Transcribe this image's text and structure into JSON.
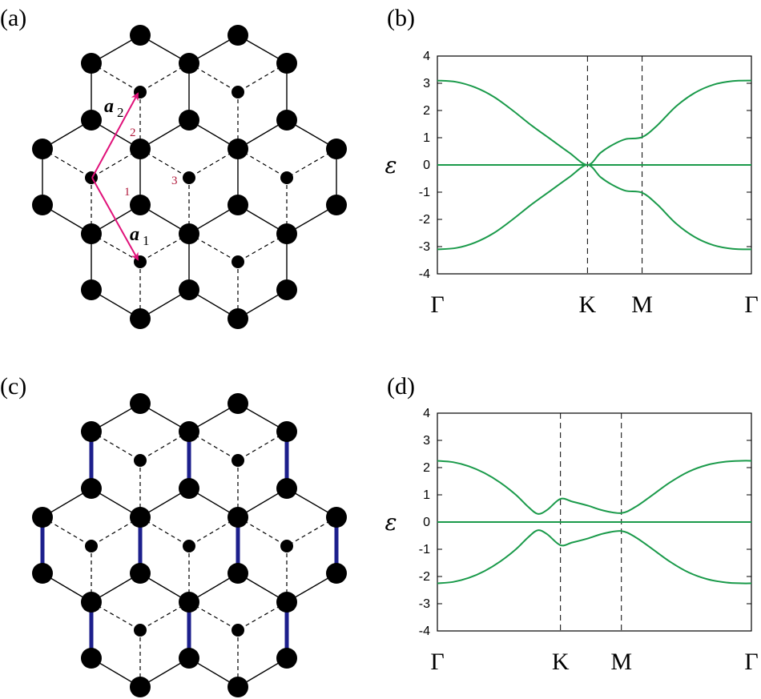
{
  "panel_labels": [
    "(a)",
    "(b)",
    "(c)",
    "(d)"
  ],
  "lattice": {
    "vector_labels": [
      {
        "main": "a",
        "sub": "2"
      },
      {
        "main": "a",
        "sub": "1"
      }
    ],
    "bond_numbers": [
      "1",
      "2",
      "3"
    ],
    "colors": {
      "vectors": "#e0127a",
      "bond_numbers": "#b0183a",
      "dimer_bonds": "#1c1f8c",
      "sites": "#000000"
    }
  },
  "chart_data": [
    {
      "type": "line",
      "panel": "(b)",
      "ylabel": "ε",
      "ylim": [
        -4,
        4
      ],
      "yticks": [
        "4",
        "3",
        "2",
        "1",
        "0",
        "-1",
        "-2",
        "-3",
        "-4"
      ],
      "xlim": [
        0,
        1
      ],
      "xticks": [
        {
          "label": "Γ",
          "x": 0
        },
        {
          "label": "K",
          "x": 0.478
        },
        {
          "label": "M",
          "x": 0.652
        },
        {
          "label": "Γ",
          "x": 1
        }
      ],
      "vlines_at": [
        0.478,
        0.652
      ],
      "color": "#1a9a4a",
      "series": [
        {
          "x": [
            0,
            0.06,
            0.12,
            0.18,
            0.24,
            0.3,
            0.36,
            0.42,
            0.478,
            0.52,
            0.56,
            0.6,
            0.652,
            0.7,
            0.76,
            0.82,
            0.88,
            0.94,
            1.0
          ],
          "values": [
            3.1,
            3.05,
            2.85,
            2.5,
            2.0,
            1.45,
            0.95,
            0.45,
            0.0,
            0.45,
            0.75,
            0.95,
            1.02,
            1.45,
            2.15,
            2.65,
            2.95,
            3.08,
            3.1
          ]
        },
        {
          "x": [
            0,
            0.06,
            0.12,
            0.18,
            0.24,
            0.3,
            0.36,
            0.42,
            0.478,
            0.52,
            0.56,
            0.6,
            0.652,
            0.7,
            0.76,
            0.82,
            0.88,
            0.94,
            1.0
          ],
          "values": [
            -3.1,
            -3.05,
            -2.85,
            -2.5,
            -2.0,
            -1.45,
            -0.95,
            -0.45,
            0.0,
            -0.45,
            -0.75,
            -0.95,
            -1.02,
            -1.45,
            -2.15,
            -2.65,
            -2.95,
            -3.08,
            -3.1
          ]
        },
        {
          "x": [
            0,
            1
          ],
          "values": [
            0,
            0
          ]
        }
      ]
    },
    {
      "type": "line",
      "panel": "(d)",
      "ylabel": "ε",
      "ylim": [
        -4,
        4
      ],
      "yticks": [
        "4",
        "3",
        "2",
        "1",
        "0",
        "-1",
        "-2",
        "-3",
        "-4"
      ],
      "xlim": [
        0,
        1
      ],
      "xticks": [
        {
          "label": "Γ",
          "x": 0
        },
        {
          "label": "K",
          "x": 0.392
        },
        {
          "label": "M",
          "x": 0.586
        },
        {
          "label": "Γ",
          "x": 1
        }
      ],
      "vlines_at": [
        0.392,
        0.586
      ],
      "color": "#1a9a4a",
      "series": [
        {
          "x": [
            0,
            0.05,
            0.1,
            0.15,
            0.2,
            0.25,
            0.29,
            0.32,
            0.35,
            0.392,
            0.43,
            0.48,
            0.53,
            0.586,
            0.63,
            0.68,
            0.74,
            0.8,
            0.86,
            0.92,
            0.97,
            1.0
          ],
          "values": [
            2.25,
            2.2,
            2.05,
            1.8,
            1.45,
            1.0,
            0.55,
            0.3,
            0.45,
            0.85,
            0.75,
            0.6,
            0.42,
            0.33,
            0.55,
            0.95,
            1.45,
            1.85,
            2.1,
            2.22,
            2.25,
            2.25
          ]
        },
        {
          "x": [
            0,
            0.05,
            0.1,
            0.15,
            0.2,
            0.25,
            0.29,
            0.32,
            0.35,
            0.392,
            0.43,
            0.48,
            0.53,
            0.586,
            0.63,
            0.68,
            0.74,
            0.8,
            0.86,
            0.92,
            0.97,
            1.0
          ],
          "values": [
            -2.25,
            -2.2,
            -2.05,
            -1.8,
            -1.45,
            -1.0,
            -0.55,
            -0.3,
            -0.45,
            -0.85,
            -0.75,
            -0.6,
            -0.42,
            -0.33,
            -0.55,
            -0.95,
            -1.45,
            -1.85,
            -2.1,
            -2.22,
            -2.25,
            -2.25
          ]
        },
        {
          "x": [
            0,
            1
          ],
          "values": [
            0,
            0
          ]
        }
      ]
    }
  ]
}
